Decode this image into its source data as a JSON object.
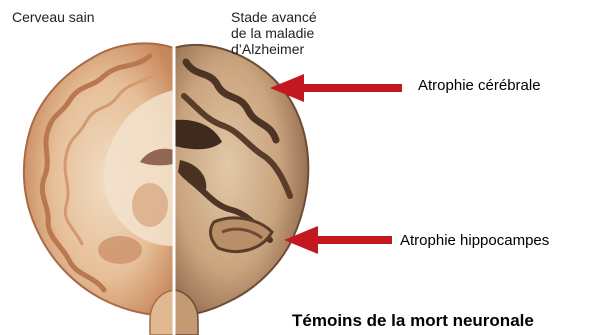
{
  "labels": {
    "healthy": "Cerveau sain",
    "advanced_stage": [
      "Stade avancé",
      "de la maladie",
      "d’Alzheimer"
    ]
  },
  "callouts": {
    "cerebral_atrophy": "Atrophie cérébrale",
    "hippocampal_atrophy": "Atrophie hippocampes"
  },
  "caption": "Témoins de la mort neuronale",
  "colors": {
    "arrow": "#c41820",
    "healthy_tissue": "#e9c8a3",
    "healthy_grey_matter": "#cf8f63",
    "atrophic_tissue": "#caa57e",
    "atrophic_grey_matter": "#8f6a4e",
    "divider": "#ffffff"
  }
}
